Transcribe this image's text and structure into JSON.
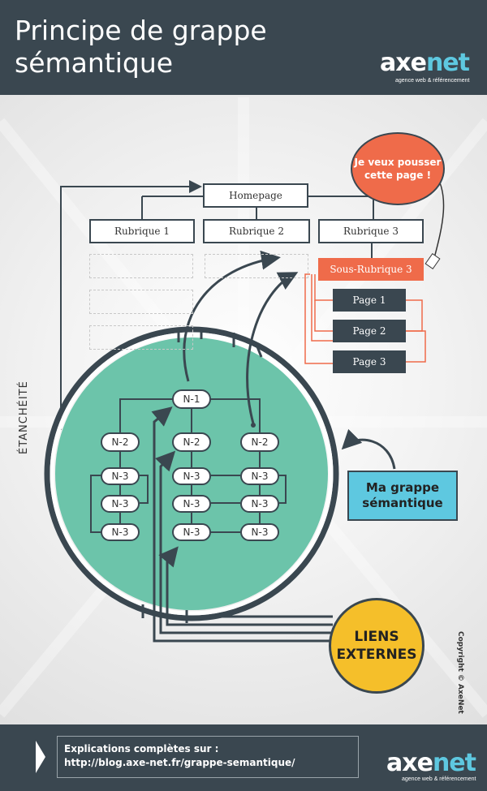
{
  "header": {
    "title_line1": "Principe de grappe",
    "title_line2": "sémantique",
    "logo_axe": "axe",
    "logo_net": "net",
    "logo_tagline": "agence web & référencement"
  },
  "site_tree": {
    "homepage": "Homepage",
    "rubriques": [
      "Rubrique 1",
      "Rubrique 2",
      "Rubrique 3"
    ],
    "sous_rubrique": "Sous-Rubrique 3",
    "pages": [
      "Page 1",
      "Page 2",
      "Page 3"
    ]
  },
  "cluster": {
    "n1": "N-1",
    "n2": [
      "N-2",
      "N-2",
      "N-2"
    ],
    "n3_left": [
      "N-3",
      "N-3",
      "N-3"
    ],
    "n3_mid": [
      "N-3",
      "N-3",
      "N-3"
    ],
    "n3_right": [
      "N-3",
      "N-3",
      "N-3"
    ]
  },
  "labels": {
    "bubble_line1": "Je veux pousser",
    "bubble_line2": "cette page !",
    "cluster_label_line1": "Ma grappe",
    "cluster_label_line2": "sémantique",
    "external_line1": "LIENS",
    "external_line2": "EXTERNES",
    "etancheite": "ÉTANCHÉITÉ",
    "copyright": "Copyright © AxeNet"
  },
  "footer": {
    "line1": "Explications complètes sur :",
    "line2": "http://blog.axe-net.fr/grappe-semantique/"
  },
  "colors": {
    "dark": "#3a4750",
    "orange": "#ef6b4a",
    "teal": "#6cc4aa",
    "light_blue": "#5ec8e0",
    "yellow": "#f5bf2a"
  }
}
